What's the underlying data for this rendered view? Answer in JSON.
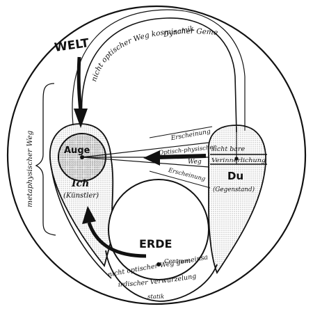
{
  "labels": {
    "welt": "WELT",
    "kosmisch_weg": "nicht optischer Weg kosmischer Gemeinsamkeit",
    "dynamik": "Dynamik",
    "metaphysisch": "metaphysischer Weg",
    "auge": "Auge",
    "ich": "Ich",
    "kuenstler": "(Künstler)",
    "erscheinung_top": "Erscheinung",
    "optisch_physisch": "Optisch-physischer",
    "weg": "Weg",
    "erscheinung_bottom": "Erscheinung",
    "sichtbare": "sicht bare",
    "verinnerlichung": "Verinnerlichung",
    "du": "Du",
    "gegenstand": "(Gegenstand)",
    "erde": "ERDE",
    "centrum": "Centrum",
    "erde_weg": "nicht optischer Weg gemeinsamer",
    "verwurzelung": "irdischer Verwurzelung",
    "statik": "statik"
  },
  "colors": {
    "ink": "#111111",
    "stipple": "#777777",
    "paper": "#ffffff"
  }
}
